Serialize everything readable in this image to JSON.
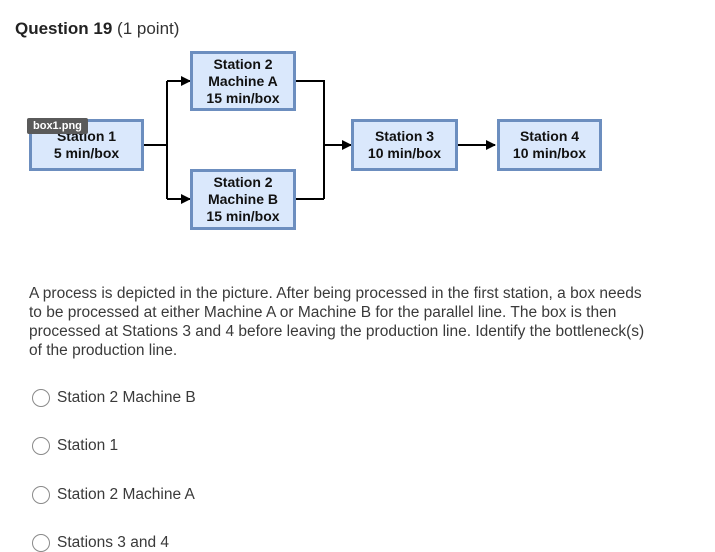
{
  "question": {
    "title": "Question 19",
    "points": "(1 point)"
  },
  "diagram": {
    "image_tag": "box1.png",
    "station1": {
      "line1": "Station 1",
      "line2": "5 min/box"
    },
    "station2a": {
      "line1": "Station 2",
      "line2": "Machine A",
      "line3": "15 min/box"
    },
    "station2b": {
      "line1": "Station 2",
      "line2": "Machine B",
      "line3": "15 min/box"
    },
    "station3": {
      "line1": "Station 3",
      "line2": "10 min/box"
    },
    "station4": {
      "line1": "Station 4",
      "line2": "10 min/box"
    }
  },
  "prompt": "A process is depicted in the picture. After being processed in the first station, a box needs to be processed at either Machine A or Machine B for the parallel line. The box is then processed at Stations 3 and 4 before leaving the production line. Identify the bottleneck(s) of the production line.",
  "options": [
    {
      "label": "Station 2 Machine B"
    },
    {
      "label": "Station 1"
    },
    {
      "label": "Station 2 Machine A"
    },
    {
      "label": "Stations 3 and 4"
    }
  ]
}
